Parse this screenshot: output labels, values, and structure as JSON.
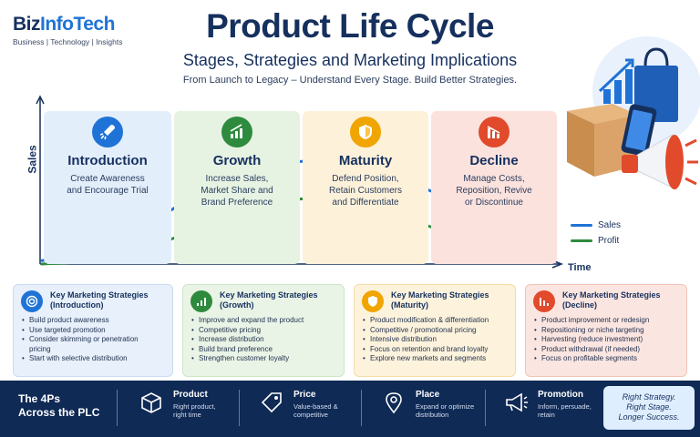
{
  "logo": {
    "part1": "Biz",
    "part2": "InfoTech",
    "tagline": "Business  |  Technology  |  Insights"
  },
  "title": "Product Life Cycle",
  "subtitle": "Stages, Strategies and Marketing Implications",
  "tagline": "From Launch to Legacy – Understand Every Stage. Build Better Strategies.",
  "chart_data": {
    "type": "line",
    "xlabel": "Time",
    "ylabel": "Sales",
    "x": [
      0,
      1,
      2,
      3,
      4,
      5,
      6,
      7,
      8,
      9,
      10
    ],
    "series": [
      {
        "name": "Sales",
        "color": "#1f73d6",
        "values": [
          2,
          8,
          22,
          40,
          54,
          60,
          58,
          50,
          38,
          26,
          18
        ]
      },
      {
        "name": "Profit",
        "color": "#2e8b3e",
        "values": [
          0,
          2,
          9,
          20,
          32,
          38,
          36,
          28,
          18,
          10,
          5
        ]
      }
    ],
    "ylim": [
      0,
      80
    ]
  },
  "stages": [
    {
      "name": "Introduction",
      "desc1": "Create Awareness",
      "desc2": "and Encourage Trial",
      "desc3": "",
      "color": "#1f73d6",
      "bg": "#e3eefb",
      "icon": "rocket-icon"
    },
    {
      "name": "Growth",
      "desc1": "Increase Sales,",
      "desc2": "Market Share and",
      "desc3": "Brand Preference",
      "color": "#2e8b3e",
      "bg": "#e6f3e3",
      "icon": "growth-chart-icon"
    },
    {
      "name": "Maturity",
      "desc1": "Defend Position,",
      "desc2": "Retain Customers",
      "desc3": "and Differentiate",
      "color": "#f0a500",
      "bg": "#fdf1d9",
      "icon": "shield-icon"
    },
    {
      "name": "Decline",
      "desc1": "Manage Costs,",
      "desc2": "Reposition, Revive",
      "desc3": "or Discontinue",
      "color": "#e14a2b",
      "bg": "#fbe2dd",
      "icon": "decline-chart-icon"
    }
  ],
  "cards": [
    {
      "h1": "Key Marketing Strategies",
      "h2": "(Introduction)",
      "items": [
        "Build product awareness",
        "Use targeted promotion",
        "Consider skimming or penetration",
        "pricing",
        "Start with selective distribution"
      ]
    },
    {
      "h1": "Key Marketing Strategies",
      "h2": "(Growth)",
      "items": [
        "Improve and expand the product",
        "Competitive pricing",
        "Increase distribution",
        "Build brand preference",
        "Strengthen customer loyalty"
      ]
    },
    {
      "h1": "Key Marketing Strategies",
      "h2": "(Maturity)",
      "items": [
        "Product modification & differentiation",
        "Competitive / promotional pricing",
        "Intensive distribution",
        "Focus on retention and brand loyalty",
        "Explore new markets and segments"
      ]
    },
    {
      "h1": "Key Marketing Strategies",
      "h2": "(Decline)",
      "items": [
        "Product improvement or redesign",
        "Repositioning or niche targeting",
        "Harvesting (reduce investment)",
        "Product withdrawal (if needed)",
        "Focus on profitable segments"
      ]
    }
  ],
  "bar": {
    "title1": "The 4Ps",
    "title2": "Across the PLC",
    "ps": [
      {
        "name": "Product",
        "d1": "Right product,",
        "d2": "right time",
        "icon": "box-icon"
      },
      {
        "name": "Price",
        "d1": "Value-based &",
        "d2": "competitive",
        "icon": "price-tag-icon"
      },
      {
        "name": "Place",
        "d1": "Expand or optimize",
        "d2": "distribution",
        "icon": "location-pin-icon"
      },
      {
        "name": "Promotion",
        "d1": "Inform, persuade,",
        "d2": "retain",
        "icon": "megaphone-icon"
      }
    ],
    "slogan1": "Right Strategy.",
    "slogan2": "Right Stage.",
    "slogan3": "Longer Success."
  }
}
